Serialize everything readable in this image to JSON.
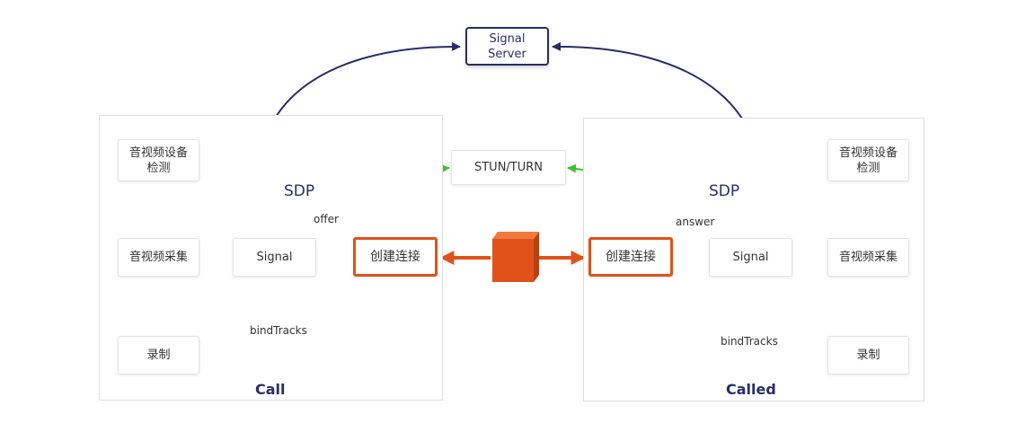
{
  "colors": {
    "navy": "#2a2c66",
    "orange": "#e0521a",
    "green": "#3cc03a",
    "box_border": "#e2e3e8",
    "panel_border": "#dcdde3"
  },
  "server": {
    "line1": "Signal",
    "line2": "Server"
  },
  "stun": {
    "label": "STUN/TURN"
  },
  "left": {
    "footer": "Call",
    "detect": {
      "line1": "音视频设备",
      "line2": "检测"
    },
    "capture": "音视频采集",
    "record": "录制",
    "signal": "Signal",
    "connect": "创建连接",
    "sdp": "SDP",
    "offer": "offer",
    "bindtracks": "bindTracks"
  },
  "right": {
    "footer": "Called",
    "detect": {
      "line1": "音视频设备",
      "line2": "检测"
    },
    "capture": "音视频采集",
    "record": "录制",
    "signal": "Signal",
    "connect": "创建连接",
    "sdp": "SDP",
    "answer": "answer",
    "bindtracks": "bindTracks"
  }
}
